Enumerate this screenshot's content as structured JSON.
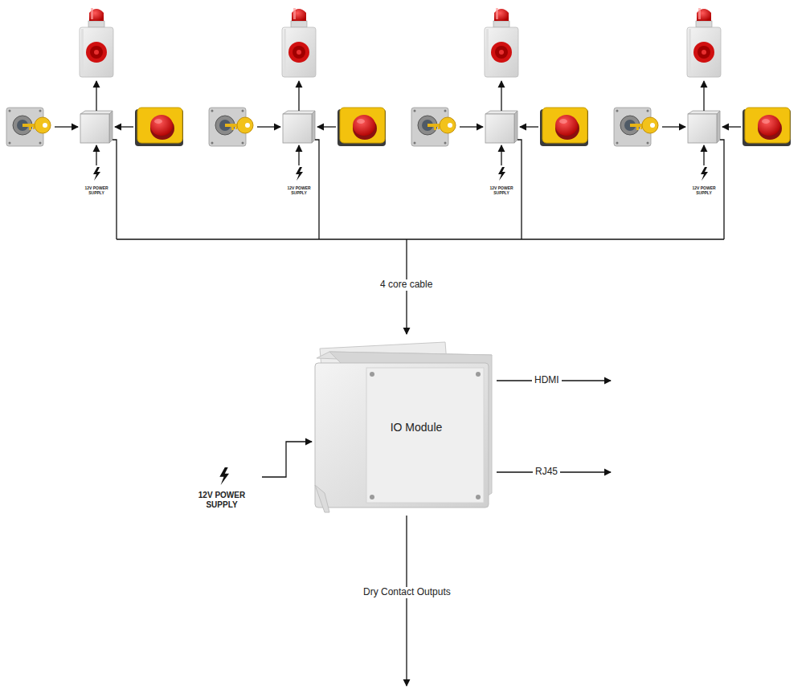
{
  "diagram": {
    "nodes": [
      {
        "text": [
          "IO Module"
        ]
      }
    ],
    "labels": [
      "12V POWER SUPPLY",
      "12V POWER SUPPLY",
      "12V POWER SUPPLY",
      "12V POWER SUPPLY",
      "4 core cable",
      "12V POWER SUPPLY",
      "HDMI",
      "RJ45",
      "Dry Contact Outputs"
    ]
  }
}
